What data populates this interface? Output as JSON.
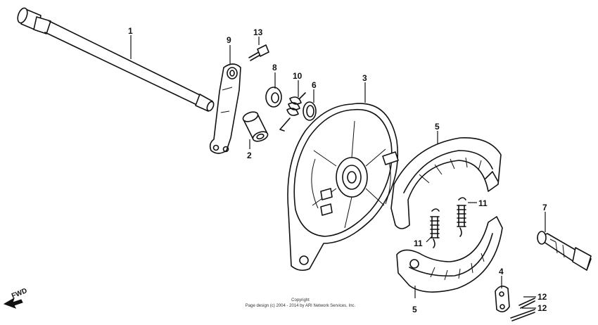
{
  "diagram": {
    "part_labels": {
      "p1": "1",
      "p2": "2",
      "p3": "3",
      "p4": "4",
      "p5_top": "5",
      "p5_bottom": "5",
      "p6": "6",
      "p7": "7",
      "p8": "8",
      "p9": "9",
      "p10": "10",
      "p11_right": "11",
      "p11_left": "11",
      "p12_top": "12",
      "p12_bottom": "12",
      "p13": "13"
    },
    "copyright_line1": "Copyright",
    "copyright_line2": "Page design (c) 2004 - 2014 by ARI Network Services, Inc.",
    "fwd_label": "FWD"
  }
}
